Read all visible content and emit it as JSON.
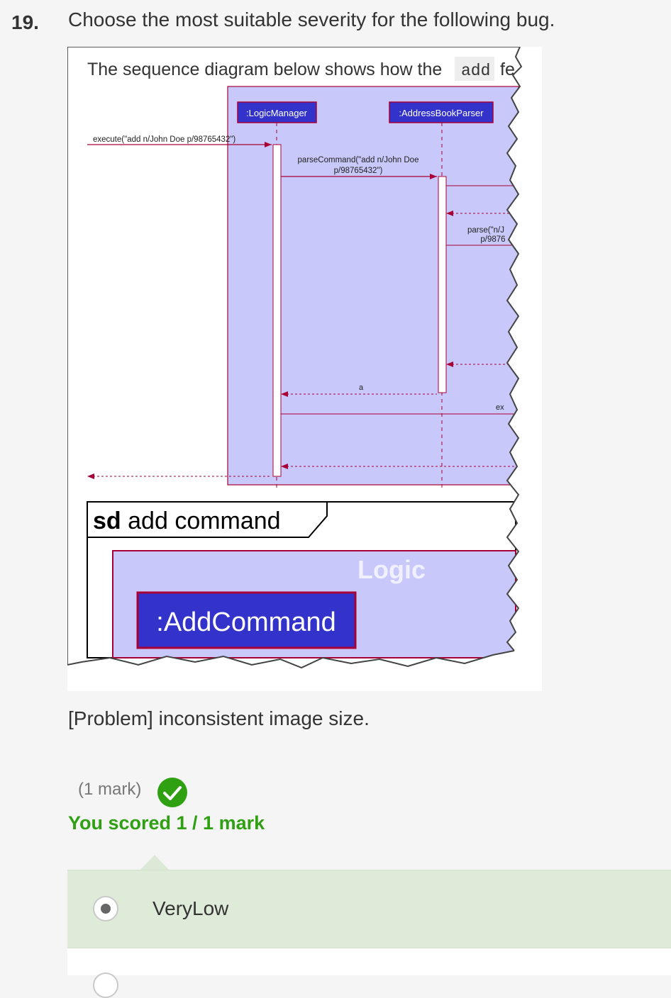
{
  "question": {
    "number": "19.",
    "text": "Choose the most suitable severity for the following bug."
  },
  "figure": {
    "caption_prefix": "The sequence diagram below shows how the",
    "caption_code": "add",
    "caption_suffix": "fe",
    "logic_manager_label": ":LogicManager",
    "parser_label": ":AddressBookParser",
    "execute_call": "execute(\"add n/John Doe p/98765432\")",
    "parse_command_line1": "parseCommand(\"add n/John Doe",
    "parse_command_line2": "p/98765432\")",
    "parse_call_line1": "parse(\"n/J",
    "parse_call_line2": "p/9876",
    "return_label": "a",
    "ex_label": "ex",
    "sd_keyword": "sd",
    "sd_title": "add command",
    "logic_label": "Logic",
    "add_command_label": ":AddCommand"
  },
  "problem_text": "[Problem] inconsistent image size.",
  "score": {
    "mark": "(1 mark)",
    "scored": "You scored 1 / 1 mark"
  },
  "options": [
    {
      "label": "VeryLow",
      "selected": true
    }
  ],
  "colors": {
    "correct_green": "#2ea012",
    "selected_bg": "#dfebd9",
    "diagram_fill": "#c8c8fa",
    "participant_fill": "#3333cc",
    "arrow_red": "#a80036"
  }
}
